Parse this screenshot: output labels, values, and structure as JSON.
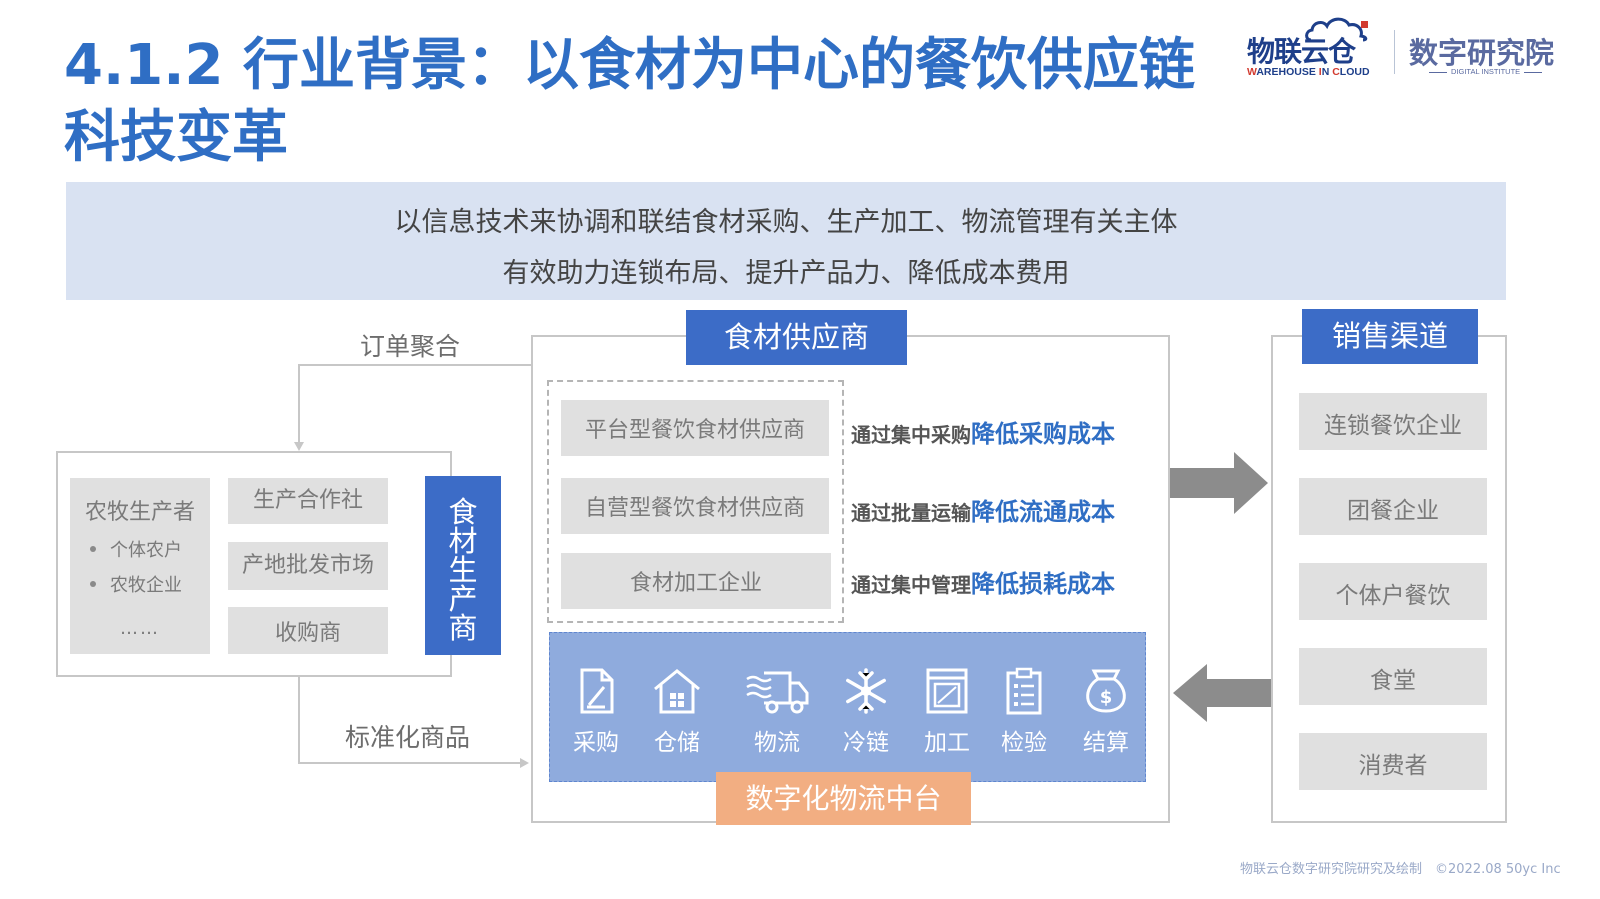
{
  "title": "4.1.2 行业背景：以食材为中心的餐饮供应链科技变革",
  "logo": {
    "brand_name": "物联云仓",
    "brand_sub_prefix": "W",
    "brand_sub_mid": "AREHOUSE ",
    "brand_sub_i": "I",
    "brand_sub_n": "N ",
    "brand_sub_c": "C",
    "brand_sub_end": "LOUD",
    "institute_name": "数字研究院",
    "institute_sub": "DIGITAL INSTITUTE"
  },
  "banner": {
    "line1": "以信息技术来协调和联结食材采购、生产加工、物流管理有关主体",
    "line2": "有效助力连锁布局、提升产品力、降低成本费用"
  },
  "left": {
    "farmer": {
      "title": "农牧生产者",
      "items": [
        "个体农户",
        "农牧企业"
      ],
      "more": "……"
    },
    "coop": "生产合作社",
    "origin_market": "产地批发市场",
    "buyer": "收购商",
    "producer_chars": [
      "食",
      "材",
      "生",
      "产",
      "商"
    ]
  },
  "connectors": {
    "order": "订单聚合",
    "standard": "标准化商品"
  },
  "center": {
    "header": "食材供应商",
    "suppliers": [
      "平台型餐饮食材供应商",
      "自营型餐饮食材供应商",
      "食材加工企业"
    ],
    "benefits": [
      {
        "pre": "通过集中采购",
        "hl": "降低采购成本"
      },
      {
        "pre": "通过批量运输",
        "hl": "降低流通成本"
      },
      {
        "pre": "通过集中管理",
        "hl": "降低损耗成本"
      }
    ],
    "functions": [
      {
        "label": "采购",
        "icon": "purchase-icon"
      },
      {
        "label": "仓储",
        "icon": "warehouse-icon"
      },
      {
        "label": "物流",
        "icon": "truck-icon"
      },
      {
        "label": "冷链",
        "icon": "snowflake-icon"
      },
      {
        "label": "加工",
        "icon": "processing-icon"
      },
      {
        "label": "检验",
        "icon": "clipboard-icon"
      },
      {
        "label": "结算",
        "icon": "money-bag-icon"
      }
    ],
    "platform_label": "数字化物流中台"
  },
  "right": {
    "header": "销售渠道",
    "channels": [
      "连锁餐饮企业",
      "团餐企业",
      "个体户餐饮",
      "食堂",
      "消费者"
    ]
  },
  "colors": {
    "title_blue": "#2f6ec4",
    "header_blue": "#3c6cc7",
    "banner_bg": "#d9e2f2",
    "platform_bg": "#8fabdd",
    "platform_label_bg": "#f2ae82",
    "grey_box": "#e0e0e0"
  },
  "footer": "物联云仓数字研究院研究及绘制　©2022.08 50yc Inc"
}
